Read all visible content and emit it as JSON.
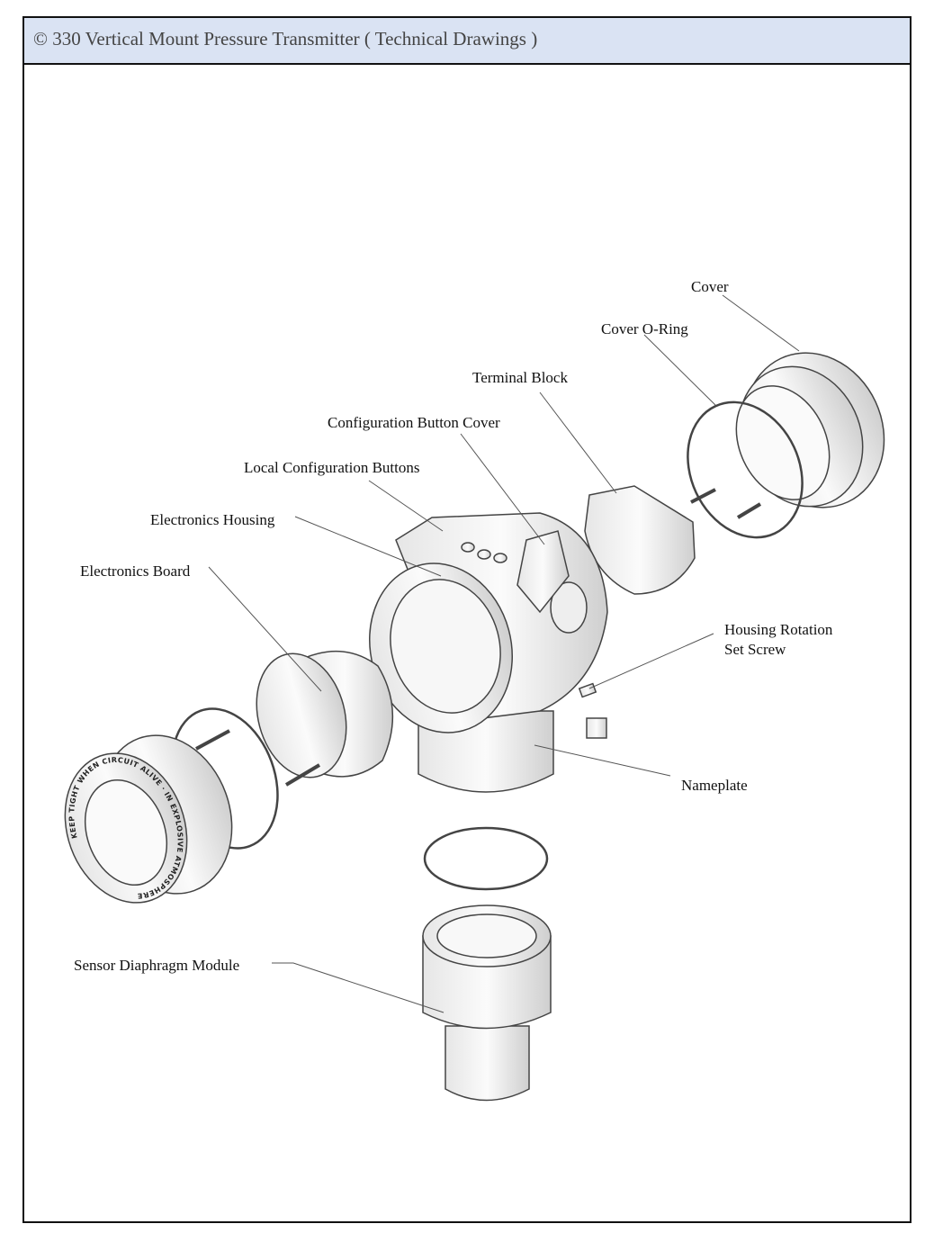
{
  "header": {
    "title": "© 330 Vertical Mount Pressure Transmitter ( Technical Drawings )"
  },
  "diagram": {
    "labels": {
      "cover": "Cover",
      "cover_o_ring": "Cover O-Ring",
      "terminal_block": "Terminal Block",
      "configuration_button_cover": "Configuration Button Cover",
      "local_configuration_buttons": "Local Configuration Buttons",
      "electronics_housing": "Electronics Housing",
      "electronics_board": "Electronics Board",
      "housing_rotation_line1": "Housing Rotation",
      "housing_rotation_line2": "Set Screw",
      "nameplate": "Nameplate",
      "sensor_diaphragm_module": "Sensor Diaphragm Module"
    },
    "cover_engraving": "KEEP TIGHT WHEN CIRCUIT ALIVE · IN EXPLOSIVE ATMOSPHERE",
    "colors": {
      "header_bg": "#dae3f3",
      "line": "#555555",
      "part_fill": "#f2f2f2"
    }
  }
}
